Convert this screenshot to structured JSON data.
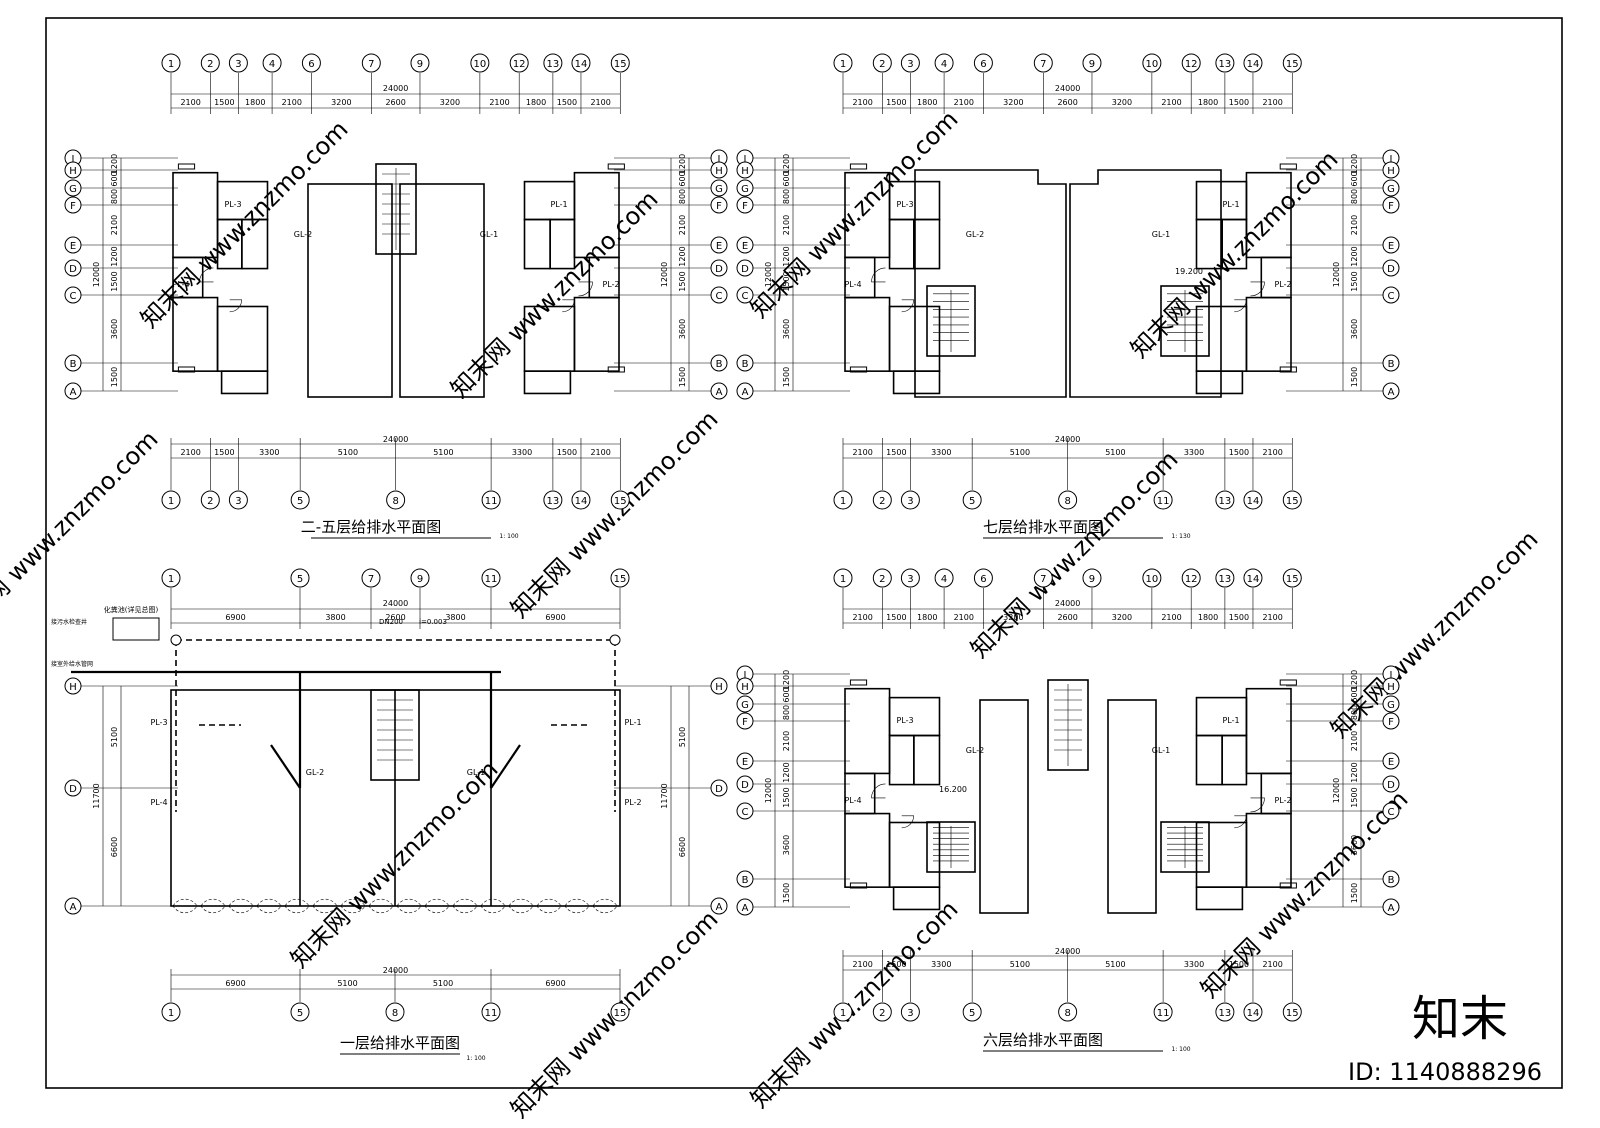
{
  "watermark": {
    "text": "www.znzmo.com",
    "cn": "知末网",
    "logo": "知末",
    "id_label": "ID: 1140888296"
  },
  "axes_full": [
    "1",
    "2",
    "3",
    "4",
    "6",
    "7",
    "9",
    "10",
    "12",
    "13",
    "14",
    "15"
  ],
  "axes_bottom": [
    "1",
    "2",
    "3",
    "5",
    "8",
    "11",
    "13",
    "14",
    "15"
  ],
  "axes_ground_top": [
    "1",
    "5",
    "7",
    "9",
    "11",
    "15"
  ],
  "axes_ground_bottom": [
    "1",
    "5",
    "8",
    "11",
    "15"
  ],
  "dims_top": [
    "2100",
    "1500",
    "1800",
    "2100",
    "3200",
    "2600",
    "3200",
    "2100",
    "1800",
    "1500",
    "2100"
  ],
  "dims_bottom": [
    "2100",
    "1500",
    "3300",
    "5100",
    "5100",
    "3300",
    "1500",
    "2100"
  ],
  "dims_ground_top": [
    "6900",
    "3800",
    "2600",
    "3800",
    "6900"
  ],
  "dims_ground_bottom": [
    "6900",
    "5100",
    "5100",
    "6900"
  ],
  "total_dim": "24000",
  "rows": [
    "J",
    "H",
    "G",
    "F",
    "E",
    "D",
    "C",
    "B",
    "A"
  ],
  "rows_ground": [
    "H",
    "D",
    "A"
  ],
  "vdims": [
    "1200",
    "600",
    "800",
    "2100",
    "1200",
    "1500",
    "3600",
    "1500"
  ],
  "vtotal": "12000",
  "vdims_ground": [
    "5100",
    "6600"
  ],
  "vtotal_ground": "11700",
  "pipes": {
    "pl1": "PL-1",
    "pl2": "PL-2",
    "pl3": "PL-3",
    "pl4": "PL-4",
    "gl1": "GL-1",
    "gl2": "GL-2"
  },
  "elev_7": "19.200",
  "elev_6": "16.200",
  "ground_notes": {
    "dn": "DN200",
    "slope": "i=0.003",
    "box": "化粪池(详见总图)",
    "line1": "接污水检查井",
    "line2": "接室外给水管网"
  },
  "titles": {
    "p1": "二-五层给排水平面图",
    "p2": "七层给排水平面图",
    "p3": "一层给排水平面图",
    "p4": "六层给排水平面图"
  },
  "scale": "1: 100",
  "scale7": "1: 130"
}
